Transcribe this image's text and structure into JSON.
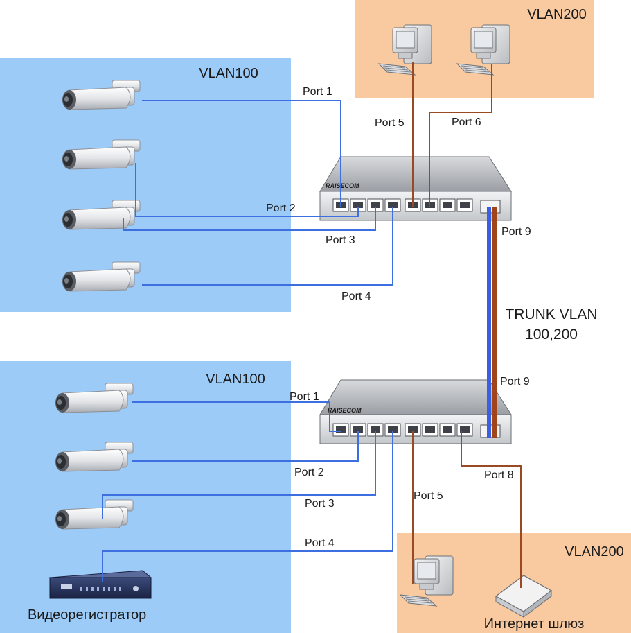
{
  "zones": {
    "vlan100_top": "VLAN100",
    "vlan200_top": "VLAN200",
    "vlan100_bottom": "VLAN100",
    "vlan200_bottom": "VLAN200"
  },
  "switches": {
    "brand": "RAISECOM"
  },
  "ports": {
    "top": {
      "p1": "Port 1",
      "p2": "Port 2",
      "p3": "Port 3",
      "p4": "Port 4",
      "p5": "Port 5",
      "p6": "Port 6",
      "p9": "Port 9"
    },
    "bottom": {
      "p1": "Port 1",
      "p2": "Port 2",
      "p3": "Port 3",
      "p4": "Port 4",
      "p5": "Port 5",
      "p8": "Port 8",
      "p9": "Port 9"
    }
  },
  "trunk": {
    "line1": "TRUNK VLAN",
    "line2": "100,200"
  },
  "devices": {
    "dvr": "Видеорегистратор",
    "gateway": "Интернет шлюз"
  },
  "colors": {
    "vlan100_zone": "#9ccbf8",
    "vlan200_zone": "#f9caa0",
    "vlan100_cable": "#3d6fe0",
    "vlan200_cable": "#9a4a22",
    "trunk_blue": "#3a5fe0",
    "trunk_brown": "#a0441c"
  }
}
